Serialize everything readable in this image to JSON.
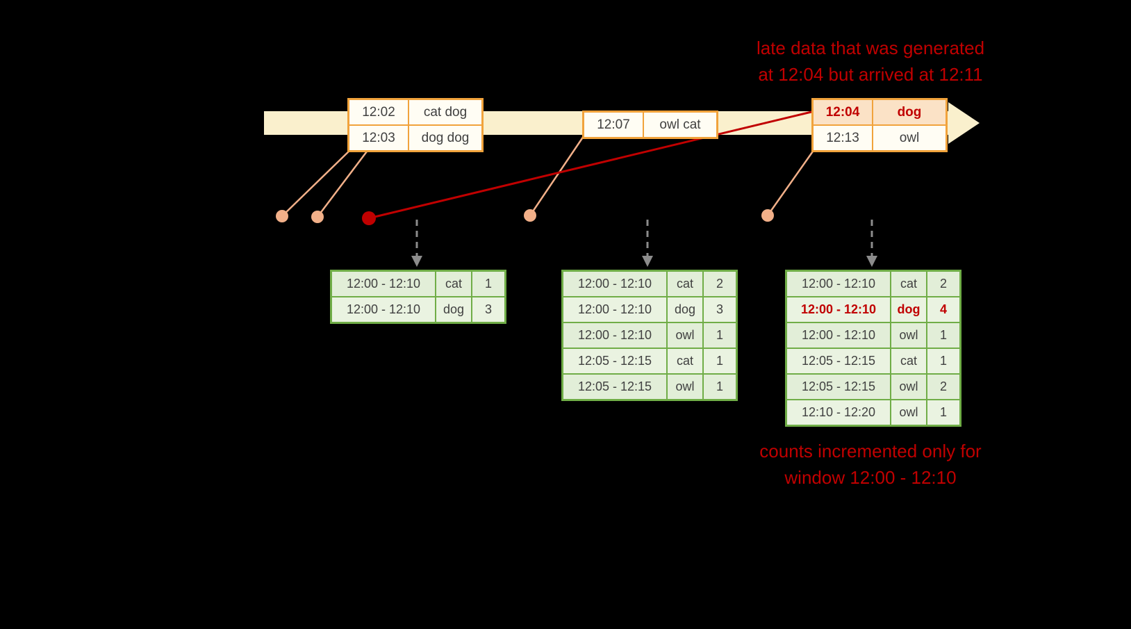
{
  "annotations": {
    "late_data": {
      "line1": "late data that was generated",
      "line2": "at 12:04 but arrived at 12:11"
    },
    "counts_note": {
      "line1": "counts incremented only for",
      "line2": "window 12:00 - 12:10"
    }
  },
  "event_tables": [
    {
      "rows": [
        [
          "12:02",
          "cat dog"
        ],
        [
          "12:03",
          "dog dog"
        ]
      ]
    },
    {
      "rows": [
        [
          "12:07",
          "owl cat"
        ]
      ]
    },
    {
      "rows": [
        [
          "12:04",
          "dog"
        ],
        [
          "12:13",
          "owl"
        ]
      ],
      "late_row": 0
    }
  ],
  "result_tables": [
    {
      "rows": [
        [
          "12:00 - 12:10",
          "cat",
          "1"
        ],
        [
          "12:00 - 12:10",
          "dog",
          "3"
        ]
      ]
    },
    {
      "rows": [
        [
          "12:00 - 12:10",
          "cat",
          "2"
        ],
        [
          "12:00 - 12:10",
          "dog",
          "3"
        ],
        [
          "12:00 - 12:10",
          "owl",
          "1"
        ],
        [
          "12:05 - 12:15",
          "cat",
          "1"
        ],
        [
          "12:05 - 12:15",
          "owl",
          "1"
        ]
      ]
    },
    {
      "rows": [
        [
          "12:00 - 12:10",
          "cat",
          "2"
        ],
        [
          "12:00 - 12:10",
          "dog",
          "4"
        ],
        [
          "12:00 - 12:10",
          "owl",
          "1"
        ],
        [
          "12:05 - 12:15",
          "cat",
          "1"
        ],
        [
          "12:05 - 12:15",
          "owl",
          "2"
        ],
        [
          "12:10 - 12:20",
          "owl",
          "1"
        ]
      ],
      "late_row": 1
    }
  ],
  "colors": {
    "background": "#000000",
    "timeline_fill": "#FAF0CD",
    "event_border_orange": "#F1A33C",
    "late_highlight_fill": "#FBE2C6",
    "result_border_green": "#70AD47",
    "result_cell_green": "#E2EED8",
    "annotation_red": "#C00000",
    "connector_peach": "#F2B089",
    "trigger_arrow_gray": "#8C8C8C",
    "table_text": "#404040"
  }
}
